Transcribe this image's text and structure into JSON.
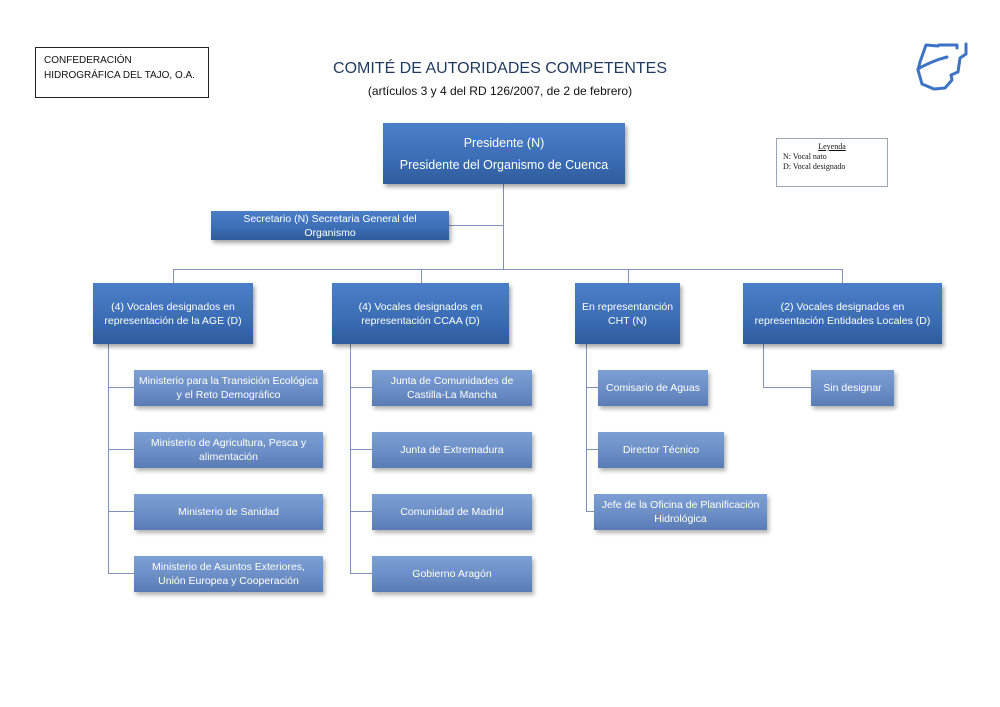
{
  "header": {
    "org_box": {
      "line1": "CONFEDERACIÓN",
      "line2": "HIDROGRÁFICA DEL TAJO, O.A."
    },
    "title": "COMITÉ DE AUTORIDADES COMPETENTES",
    "subtitle": "(artículos 3 y 4 del RD 126/2007, de 2 de febrero)",
    "logo_icon": "cht-logo-icon"
  },
  "legend": {
    "title": "Leyenda",
    "items": [
      "N: Vocal nato",
      "D: Vocal designado"
    ]
  },
  "colors": {
    "box_dark": "#3a6db4",
    "box_light": "#6b8ec6",
    "connector": "#7d94b8",
    "title": "#1f3a5f"
  },
  "president": {
    "line1": "Presidente (N)",
    "line2": "Presidente del Organismo de Cuenca"
  },
  "secretary": {
    "label": "Secretario (N) Secretaria General del Organismo"
  },
  "groups": [
    {
      "label": "(4) Vocales designados en representación de la AGE (D)",
      "members": [
        "Ministerio para la Transición Ecológica y el Reto Demográfico",
        "Ministerio de Agricultura, Pesca y alimentación",
        "Ministerio de Sanidad",
        "Ministerio de Asuntos Exteriores, Unión Europea y Cooperación"
      ]
    },
    {
      "label": "(4) Vocales designados en representación CCAA (D)",
      "members": [
        "Junta de Comunidades de Castilla-La Mancha",
        "Junta de Extremadura",
        "Comunidad de Madrid",
        "Gobierno Aragón"
      ]
    },
    {
      "label": "En representanción CHT (N)",
      "members": [
        "Comisario de Aguas",
        "Director Técnico",
        "Jefe de la Oficina de Planificación Hidrológica"
      ]
    },
    {
      "label": "(2) Vocales designados en representación Entidades Locales (D)",
      "members": [
        "Sin designar"
      ]
    }
  ]
}
